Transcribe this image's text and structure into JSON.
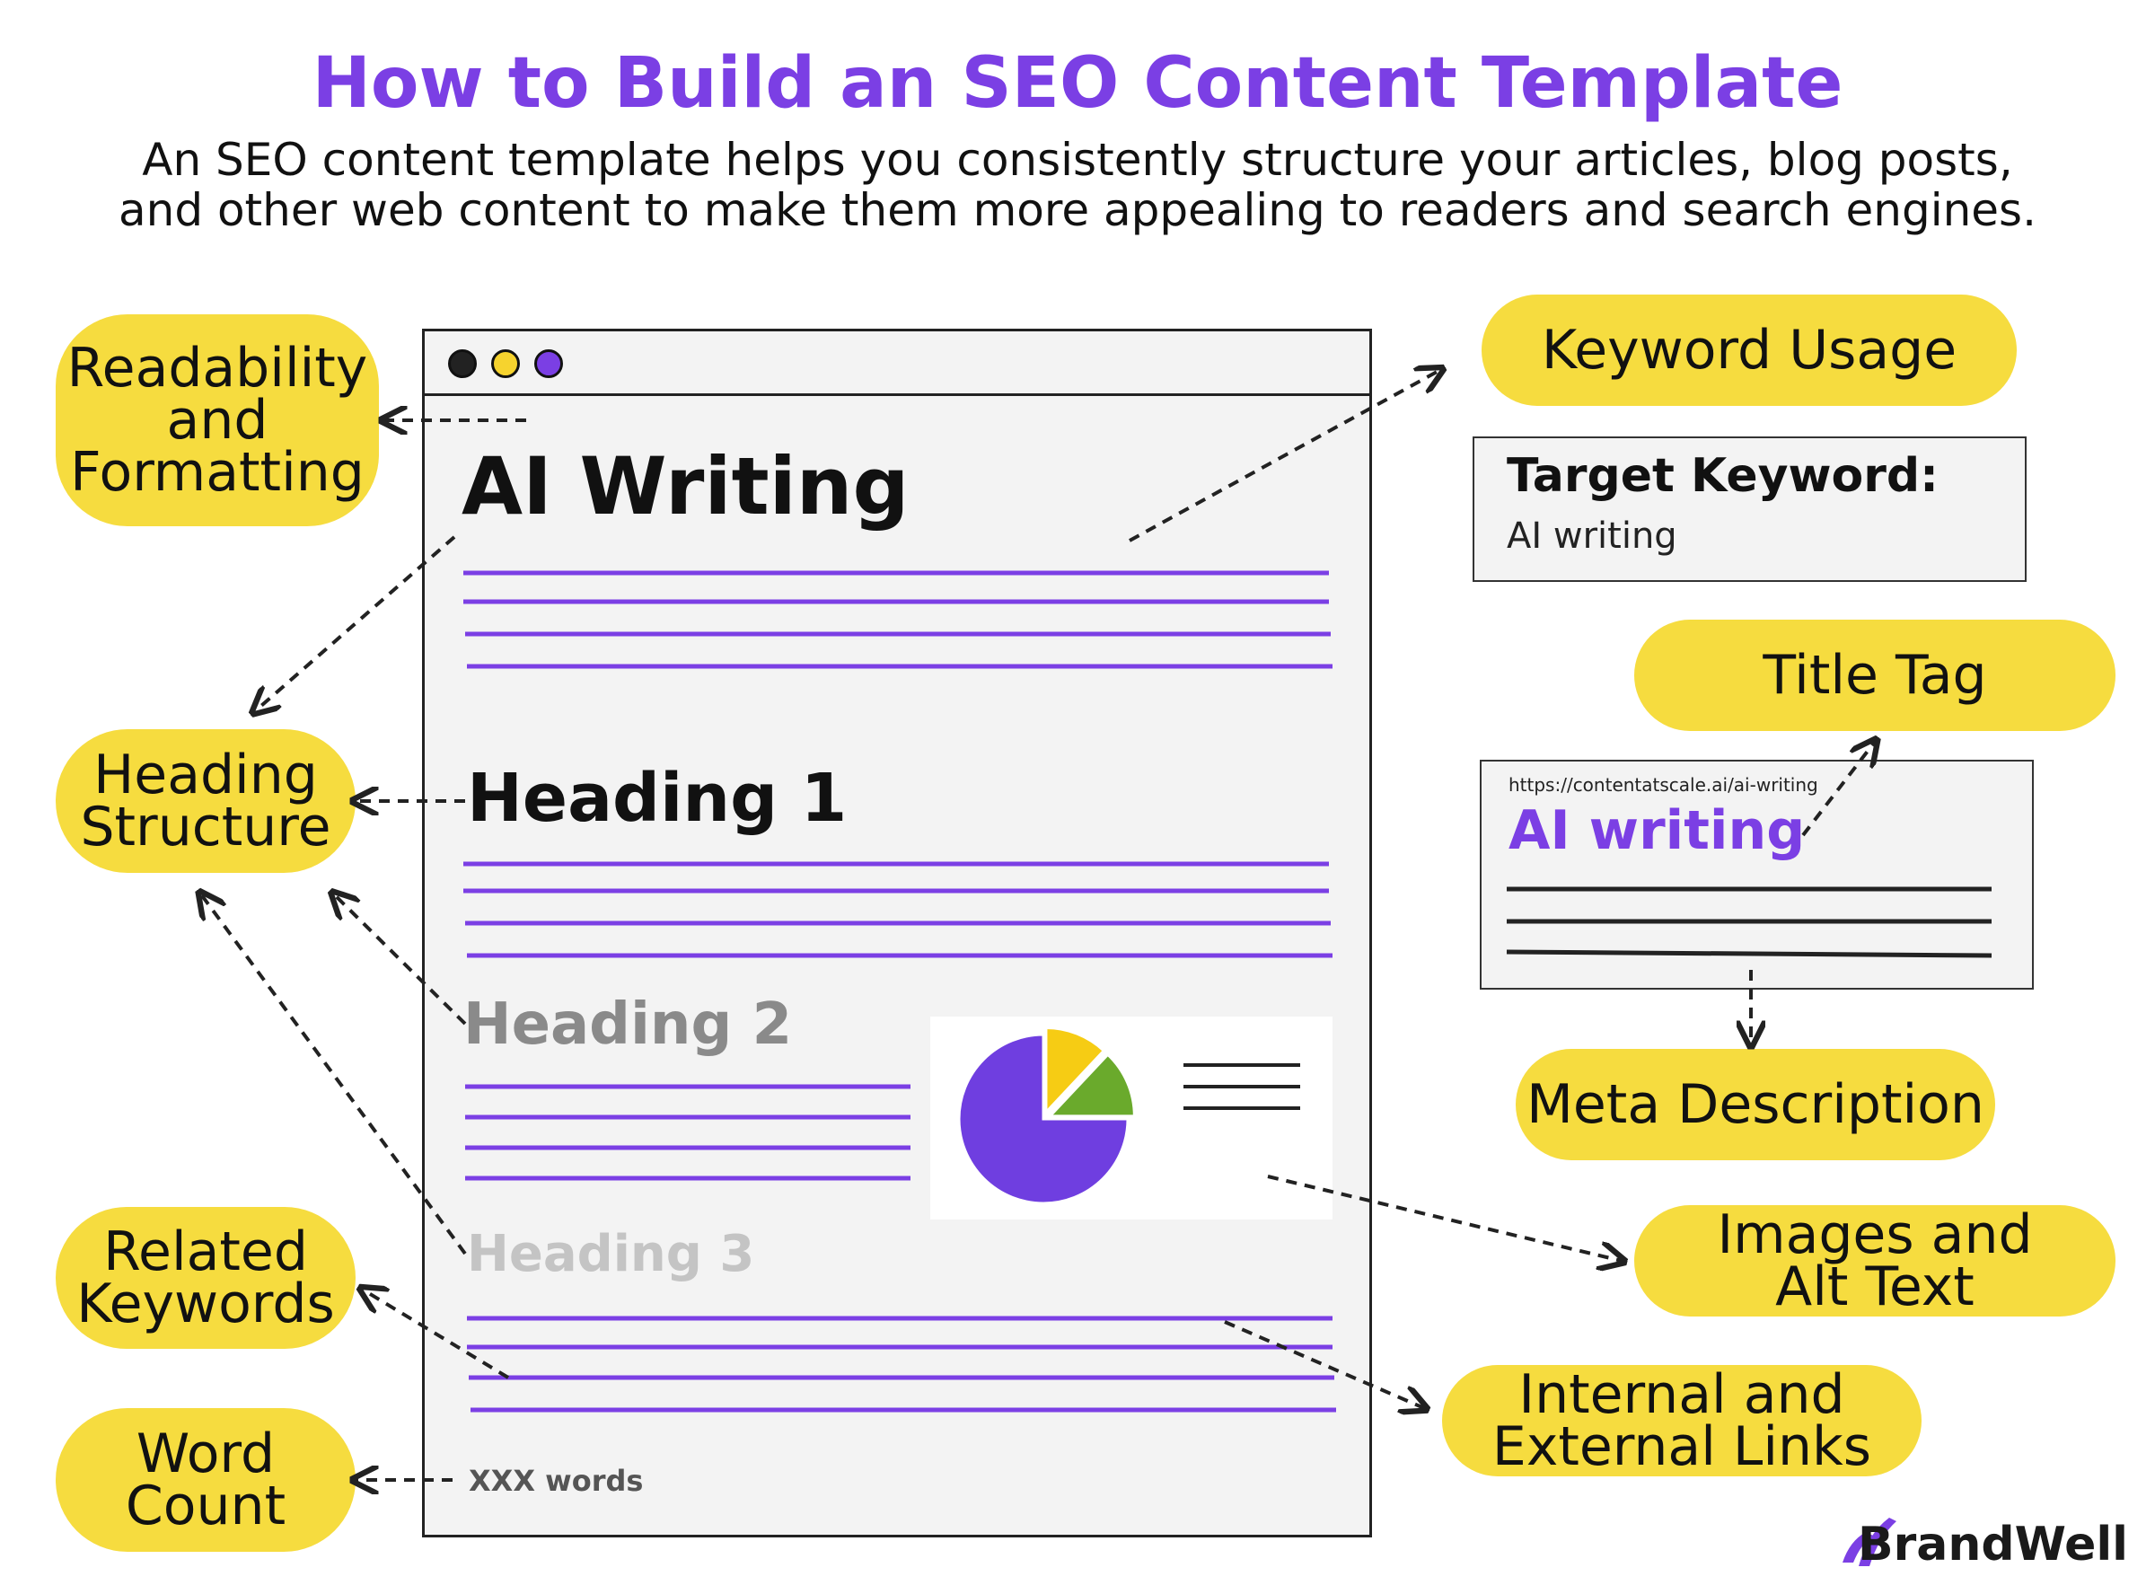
{
  "header": {
    "title": "How to Build an SEO Content Template",
    "subtitle": "An SEO content template helps you consistently structure your articles, blog posts, and other web content to make them more appealing to readers and search engines."
  },
  "labels": {
    "readability": "Readability\nand\nFormatting",
    "heading_structure": "Heading\nStructure",
    "related_keywords": "Related\nKeywords",
    "word_count": "Word\nCount",
    "keyword_usage": "Keyword Usage",
    "title_tag": "Title Tag",
    "meta_description": "Meta Description",
    "images_alt": "Images and\nAlt Text",
    "links": "Internal and\nExternal Links"
  },
  "document": {
    "title": "AI Writing",
    "heading1": "Heading 1",
    "heading2": "Heading 2",
    "heading3": "Heading 3",
    "word_count_text": "XXX words"
  },
  "keyword_box": {
    "label": "Target Keyword:",
    "value": "AI writing"
  },
  "serp_box": {
    "url": "https://contentatscale.ai/ai-writing",
    "title": "AI writing"
  },
  "pie": {
    "slices": [
      {
        "name": "purple",
        "value": 0.75,
        "color": "#6f3ee0"
      },
      {
        "name": "yellow",
        "value": 0.12,
        "color": "#f6cc14"
      },
      {
        "name": "green",
        "value": 0.13,
        "color": "#6aaa2c"
      }
    ]
  },
  "brand": {
    "name": "BrandWell"
  },
  "colors": {
    "accent": "#7b3fe4",
    "pill": "#f6dc3f",
    "line": "#7b3fe4"
  }
}
